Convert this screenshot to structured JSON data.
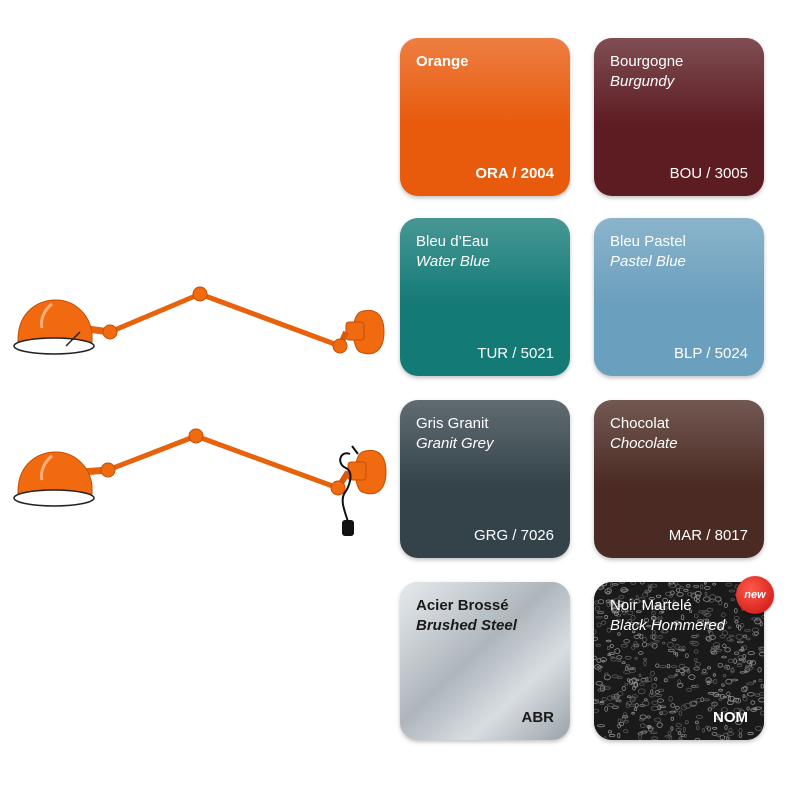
{
  "lamp_color": "#f26a10",
  "swatches": [
    {
      "name_fr": "Orange",
      "name_en": "",
      "code": "ORA / 2004",
      "color": "#e85a0c"
    },
    {
      "name_fr": "Bourgogne",
      "name_en": "Burgundy",
      "code": "BOU / 3005",
      "color": "#5c1c22"
    },
    {
      "name_fr": "Bleu d’Eau",
      "name_en": "Water Blue",
      "code": "TUR / 5021",
      "color": "#137a76"
    },
    {
      "name_fr": "Bleu Pastel",
      "name_en": "Pastel Blue",
      "code": "BLP / 5024",
      "color": "#6a9fbd"
    },
    {
      "name_fr": "Gris Granit",
      "name_en": "Granit Grey",
      "code": "GRG / 7026",
      "color": "#34434a"
    },
    {
      "name_fr": "Chocolat",
      "name_en": "Chocolate",
      "code": "MAR / 8017",
      "color": "#4a2a22"
    },
    {
      "name_fr": "Acier Brossé",
      "name_en": "Brushed Steel",
      "code": "ABR",
      "color": "#c6cdd2"
    },
    {
      "name_fr": "Noir Martelé",
      "name_en": "Black Hommered",
      "code": "NOM",
      "color": "#1c1c1c"
    }
  ],
  "new_badge": "new"
}
